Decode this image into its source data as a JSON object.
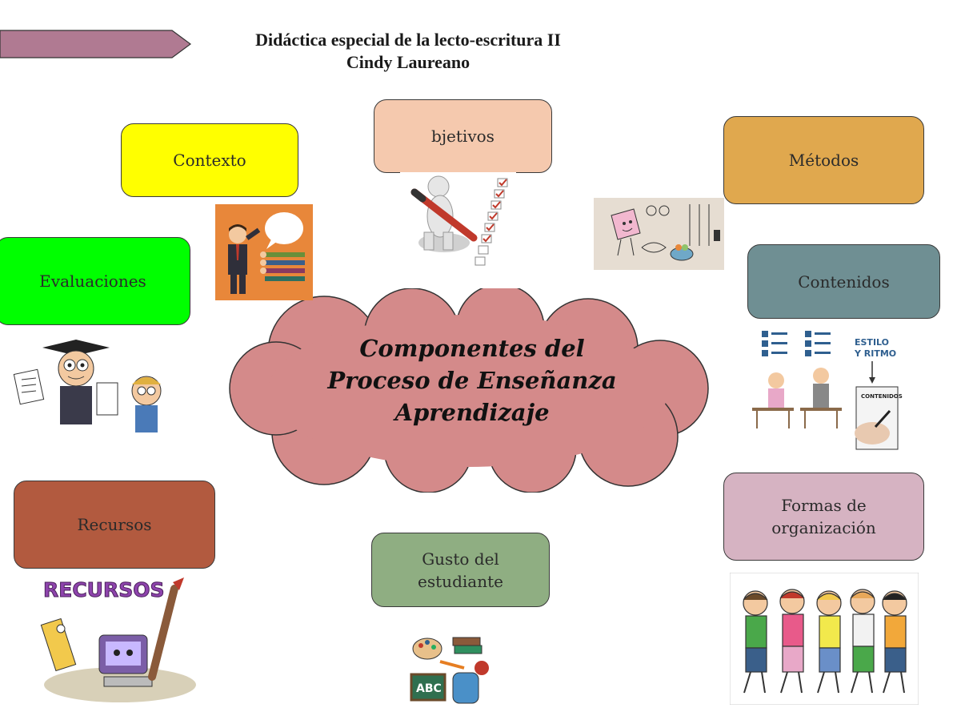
{
  "header": {
    "line1": "Didáctica especial de la lecto-escritura II",
    "line2": "Cindy Laureano",
    "arrow_color": "#b07a92"
  },
  "center": {
    "line1": "Componentes del",
    "line2": "Proceso de Enseñanza",
    "line3": "Aprendizaje",
    "color": "#d48a8a"
  },
  "components": {
    "contexto": {
      "label": "Contexto",
      "color": "#ffff00"
    },
    "objetivos": {
      "label": "bjetivos",
      "color": "#f5c9ae"
    },
    "metodos": {
      "label": "Métodos",
      "color": "#e0a84e"
    },
    "evaluaciones": {
      "label": "Evaluaciones",
      "color": "#00ff00"
    },
    "contenidos": {
      "label": "Contenidos",
      "color": "#6f8f93"
    },
    "recursos": {
      "label": "Recursos",
      "color": "#b25a3f"
    },
    "gusto": {
      "label_line1": "Gusto del",
      "label_line2": "estudiante",
      "color": "#8fae82"
    },
    "formas": {
      "label_line1": "Formas de",
      "label_line2": "organización",
      "color": "#d6b3c2"
    }
  },
  "images": {
    "contexto_label": "",
    "contenidos_estilo_line1": "ESTILO",
    "contenidos_estilo_line2": "Y RITMO",
    "contenidos_clip": "CONTENIDOS",
    "recursos_word": "RECURSOS",
    "gusto_abc": "ABC"
  }
}
